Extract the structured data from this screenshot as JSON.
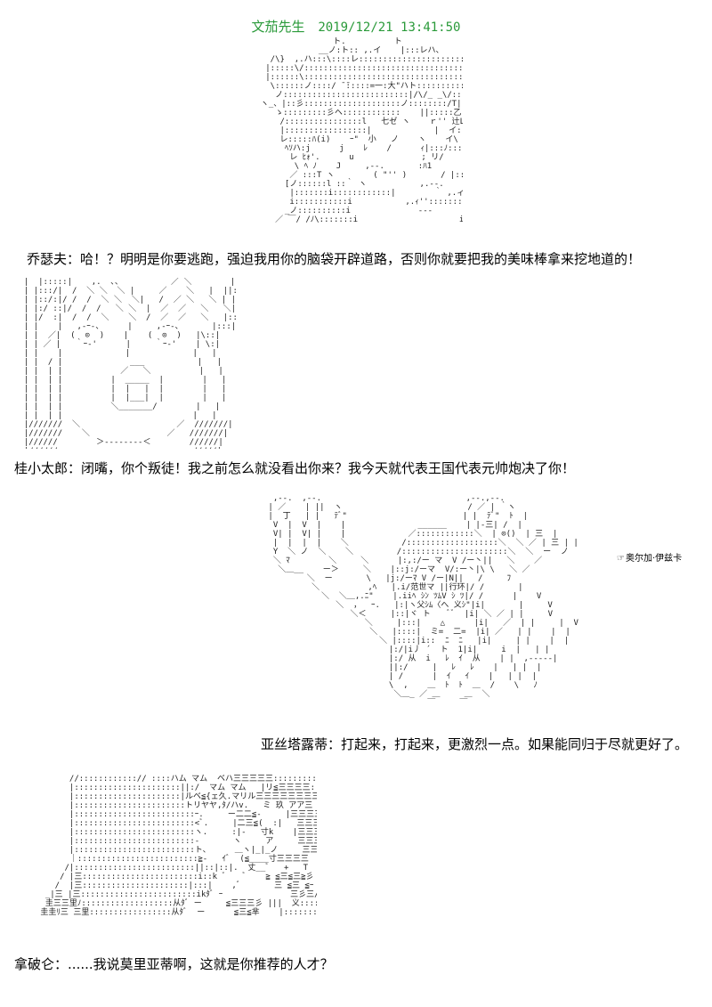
{
  "header": {
    "author": "文茄先生",
    "timestamp": "2019/12/21 13:41:50",
    "color": "#2a9a3a"
  },
  "panels": [
    {
      "art_label": "ascii-art-joseph",
      "speaker": "乔瑟夫",
      "line": "哈！？明明是你要逃跑，强迫我用你的脑袋开辟道路，否则你就要把我的美味棒拿来挖地道的！"
    },
    {
      "art_label": "ascii-art-katsura",
      "speaker": "桂小太郎",
      "line": "闭嘴，你个叛徒！我之前怎么就没看出你来？我今天就代表王国代表元帅炮决了你！"
    },
    {
      "art_label": "ascii-art-astolfo",
      "speaker": "亚丝塔露蒂",
      "line": "打起来，打起来，更激烈一点。如果能同归于尽就更好了。",
      "tag": "奥尔加·伊兹卡"
    },
    {
      "art_label": "ascii-art-napoleon",
      "speaker": "拿破仑",
      "line": "......我说莫里亚蒂啊，这就是你推荐的人才？"
    }
  ]
}
